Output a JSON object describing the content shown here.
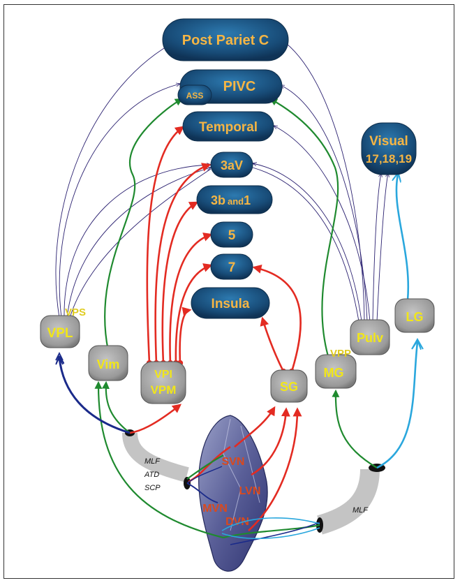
{
  "cortex": {
    "post_pariet": "Post Pariet C",
    "pivc": "PIVC",
    "ass": "ASS",
    "temporal": "Temporal",
    "a3v": "3aV",
    "b3_main": "3b",
    "b3_small": "and",
    "b3_end": "1",
    "area5": "5",
    "area7": "7",
    "insula": "Insula",
    "visual_line1": "Visual",
    "visual_line2": "17,18,19"
  },
  "thalamus": {
    "vpl": "VPL",
    "vps": "VPS",
    "vim": "Vim",
    "vpi": "VPI",
    "vpm": "VPM",
    "sg": "SG",
    "mg": "MG",
    "vpp": "VPP",
    "pulv": "Pulv",
    "lg": "LG"
  },
  "nuclei": {
    "svn": "SVN",
    "lvn": "LVN",
    "mvn": "MVN",
    "dvn": "DVN"
  },
  "tracts": {
    "left_1": "MLF",
    "left_2": "ATD",
    "left_3": "SCP",
    "right": "MLF"
  },
  "colors": {
    "cortex_fill": "#1c5583",
    "cortex_text": "#f5b544",
    "thalamus_fill": "#a6a6a6",
    "thalamus_text": "#f1e619",
    "nuclei_text": "#d9491e",
    "red_path": "#e32b22",
    "green_path": "#1f8a2f",
    "navy_path": "#1a2a8a",
    "cyan_path": "#2aa7dd",
    "thin_path": "#2a2070"
  }
}
